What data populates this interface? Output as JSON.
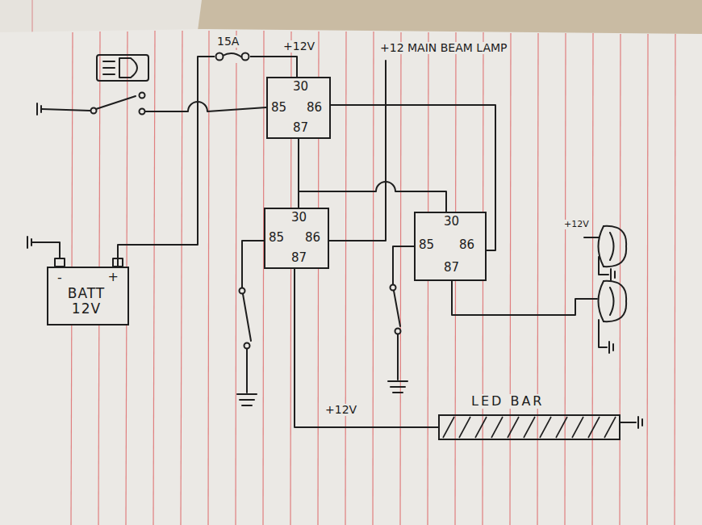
{
  "diagram": {
    "nodes": [
      {
        "text": [
          "30",
          "85",
          "86",
          "87"
        ]
      },
      {
        "text": [
          "30",
          "85",
          "86",
          "87"
        ]
      },
      {
        "text": [
          "30",
          "85",
          "86",
          "87"
        ]
      },
      {
        "text": [
          "-",
          "+",
          "BATT 12V"
        ]
      },
      {
        "text": [
          "LED BAR"
        ]
      }
    ],
    "edges": [
      {
        "from": 3,
        "to": 0,
        "arrow": "none"
      },
      {
        "from": 0,
        "to": 1,
        "arrow": "none"
      },
      {
        "from": 0,
        "to": 2,
        "arrow": "none"
      },
      {
        "from": 0,
        "to": 2,
        "arrow": "none"
      },
      {
        "from": 1,
        "to": 4,
        "arrow": "none"
      }
    ],
    "labels": [
      "15A",
      "+12V",
      "+12 MAIN BEAM LAMP",
      "+12V",
      "+12V"
    ]
  }
}
